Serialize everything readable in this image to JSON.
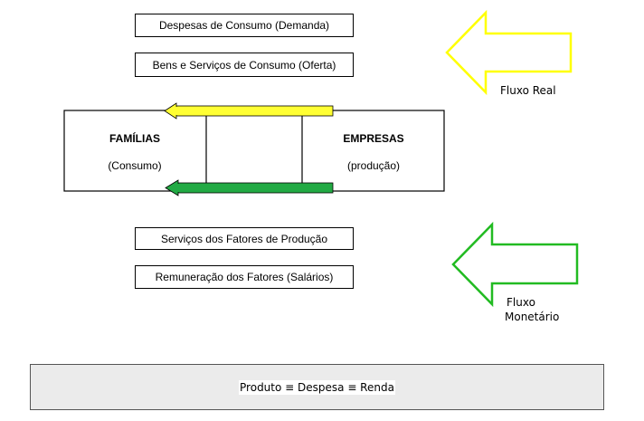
{
  "top_boxes": {
    "demand": "Despesas de Consumo (Demanda)",
    "supply": "Bens e Serviços de Consumo (Oferta)"
  },
  "bottom_boxes": {
    "factors": "Serviços dos Fatores de Produção",
    "payment": "Remuneração dos Fatores (Salários)"
  },
  "households": {
    "title": "FAMÍLIAS",
    "subtitle": "(Consumo)"
  },
  "firms": {
    "title": "EMPRESAS",
    "subtitle": "(produção)"
  },
  "flows": {
    "real_label": "Fluxo Real",
    "monetary_label_line1": "Fluxo",
    "monetary_label_line2": "Monetário"
  },
  "colors": {
    "real_flow": "#ffff33",
    "monetary_flow": "#22aa44",
    "real_arrow_outline": "#ffff00",
    "monetary_arrow_outline": "#22bb22"
  },
  "footer": {
    "identity": "Produto ≡ Despesa ≡ Renda"
  }
}
